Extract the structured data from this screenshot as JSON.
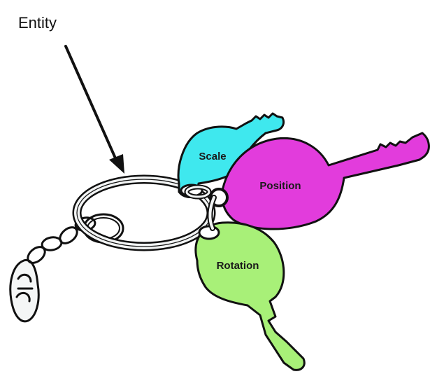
{
  "labels": {
    "entity": "Entity",
    "scale": "Scale",
    "position": "Position",
    "rotation": "Rotation"
  },
  "colors": {
    "scale_key": "#3fe8ee",
    "position_key": "#e23cdc",
    "rotation_key": "#a8f078",
    "ring": "#f2f4f4",
    "outline": "#111111"
  }
}
